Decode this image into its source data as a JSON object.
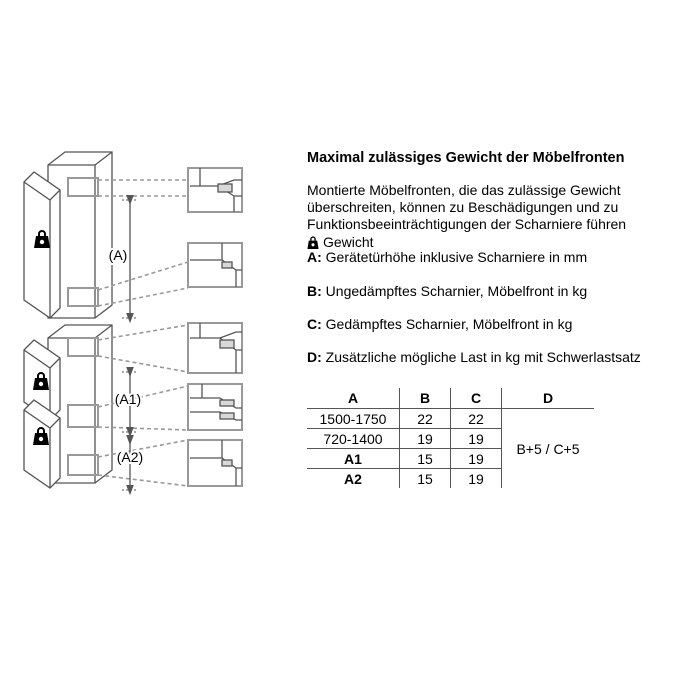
{
  "heading": "Maximal zulässiges Gewicht der Möbelfronten",
  "description_lines": [
    "Montierte Möbelfronten, die das zulässige Gewicht",
    "überschreiten, können zu Beschädigungen und zu",
    "Funktionsbeeinträchtigungen der Scharniere führen"
  ],
  "legend": {
    "weight_icon": "weight-lock-icon",
    "weight": "Gewicht",
    "a_key": "A:",
    "a_text": "Gerätetürhöhe inklusive Scharniere in mm",
    "b_key": "B:",
    "b_text": "Ungedämpftes Scharnier, Möbelfront in kg",
    "c_key": "C:",
    "c_text": "Gedämpftes Scharnier, Möbelfront in kg",
    "d_key": "D:",
    "d_text": "Zusätzliche mögliche Last in kg mit Schwerlastsatz"
  },
  "diagram_labels": {
    "a": "(A)",
    "a1": "(A1)",
    "a2": "(A2)"
  },
  "table": {
    "headers": [
      "A",
      "B",
      "C",
      "D"
    ],
    "rows": [
      [
        "1500-1750",
        "22",
        "22"
      ],
      [
        "720-1400",
        "19",
        "19"
      ],
      [
        "A1",
        "15",
        "19"
      ],
      [
        "A2",
        "15",
        "19"
      ]
    ],
    "d_value": "B+5 / C+5"
  },
  "colors": {
    "line": "#555555",
    "dashed": "#999999",
    "hinge_fill": "#d8d8d8"
  }
}
